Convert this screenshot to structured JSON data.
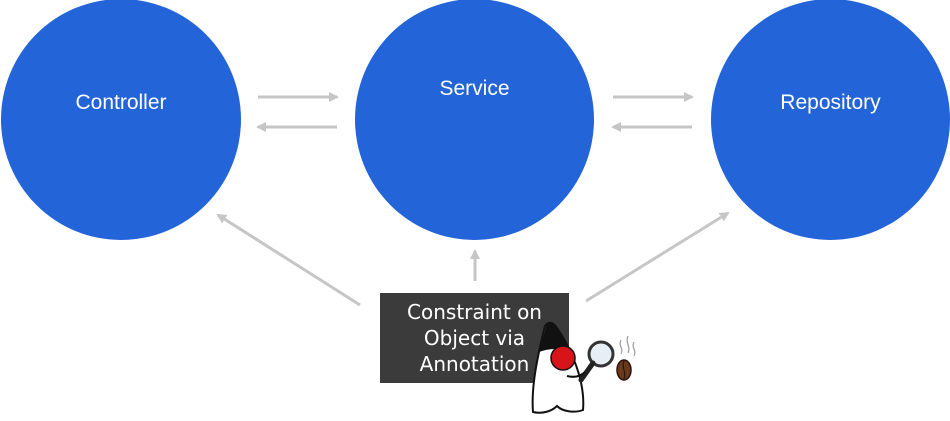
{
  "nodes": {
    "controller": "Controller",
    "service": "Service",
    "repository": "Repository"
  },
  "constraint_box": {
    "lines": [
      "Constraint on",
      "Object via",
      "Annotation"
    ]
  },
  "mascot": {
    "icon": "java-duke-magnifier-icon"
  },
  "colors": {
    "node_fill": "#2365d9",
    "node_text": "#ffffff",
    "arrow": "#c6c6c6",
    "box_fill": "#3b3b3b",
    "box_text": "#ffffff"
  }
}
